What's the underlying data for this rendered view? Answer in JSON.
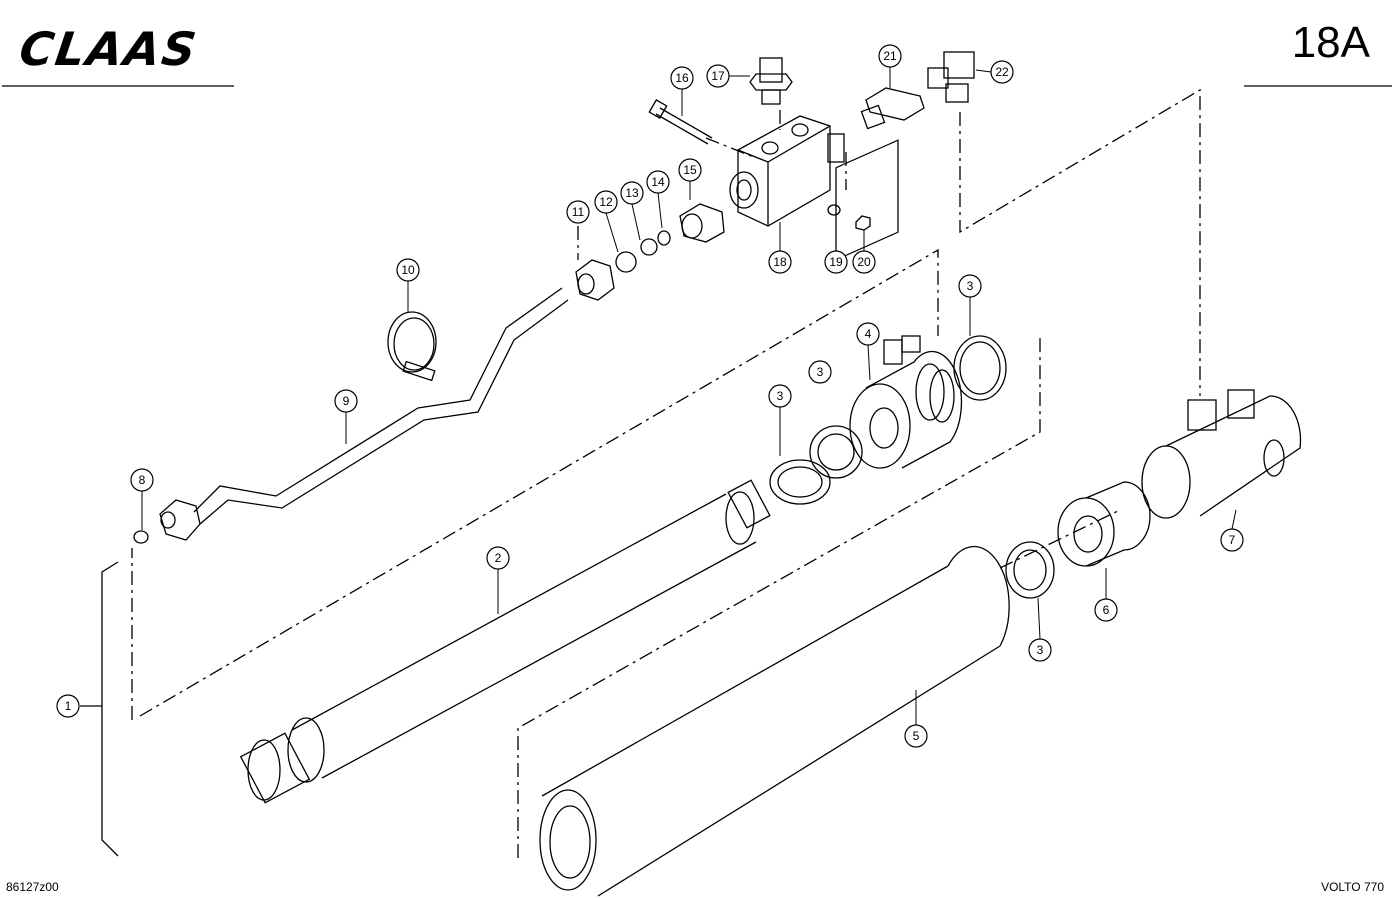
{
  "header": {
    "brand": "CLAAS",
    "sheet_number": "18A"
  },
  "footer": {
    "drawing_code": "86127z00",
    "model": "VOLTO 770"
  },
  "callouts": {
    "c1": "1",
    "c2": "2",
    "c3a": "3",
    "c3b": "3",
    "c3c": "3",
    "c3d": "3",
    "c4": "4",
    "c5": "5",
    "c6": "6",
    "c7": "7",
    "c8": "8",
    "c9": "9",
    "c10": "10",
    "c11": "11",
    "c12": "12",
    "c13": "13",
    "c14": "14",
    "c15": "15",
    "c16": "16",
    "c17": "17",
    "c18": "18",
    "c19": "19",
    "c20": "20",
    "c21": "21",
    "c22": "22"
  },
  "colors": {
    "ink": "#000000",
    "paper": "#ffffff"
  }
}
